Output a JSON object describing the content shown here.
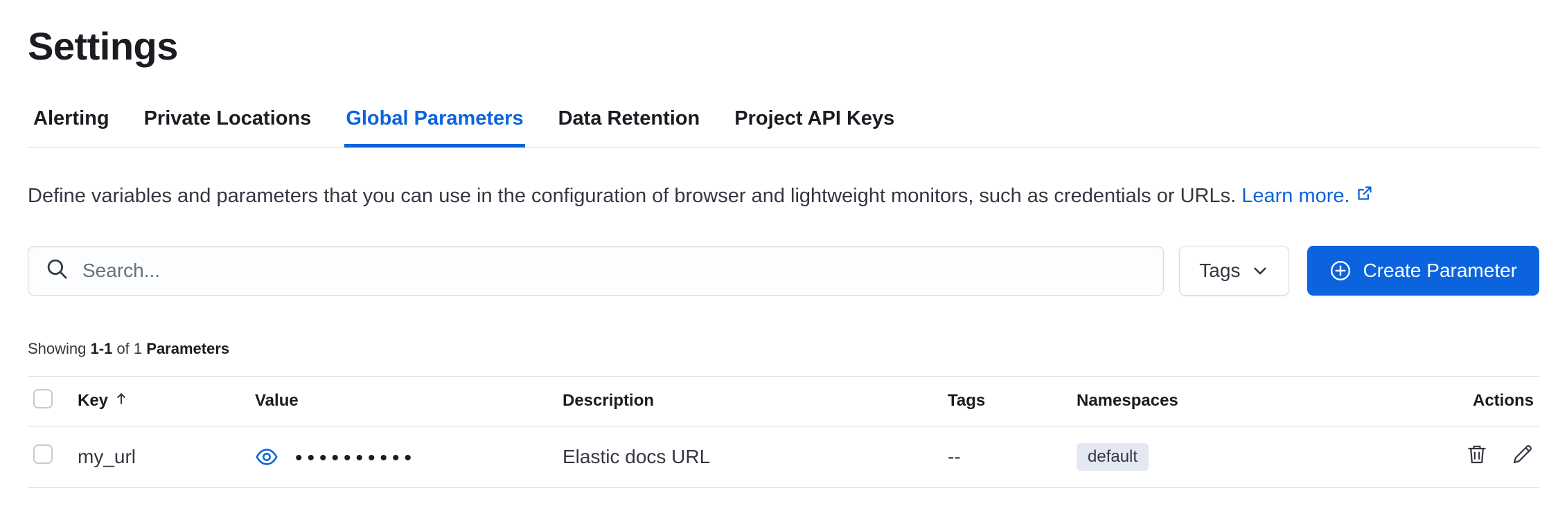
{
  "page": {
    "title": "Settings"
  },
  "tabs": [
    {
      "label": "Alerting"
    },
    {
      "label": "Private Locations"
    },
    {
      "label": "Global Parameters"
    },
    {
      "label": "Data Retention"
    },
    {
      "label": "Project API Keys"
    }
  ],
  "active_tab": "Global Parameters",
  "description": {
    "text": "Define variables and parameters that you can use in the configuration of browser and lightweight monitors, such as credentials or URLs.",
    "link_label": "Learn more."
  },
  "toolbar": {
    "search_placeholder": "Search...",
    "tags_label": "Tags",
    "create_label": "Create Parameter"
  },
  "summary": {
    "showing": "Showing",
    "range": "1-1",
    "of": "of 1",
    "entity": "Parameters"
  },
  "table": {
    "headers": {
      "key": "Key",
      "value": "Value",
      "description": "Description",
      "tags": "Tags",
      "namespaces": "Namespaces",
      "actions": "Actions"
    },
    "rows": [
      {
        "key": "my_url",
        "value_masked": "••••••••••",
        "description": "Elastic docs URL",
        "tags": "--",
        "namespace": "default"
      }
    ]
  },
  "icons": {
    "search": "search-icon",
    "chevron": "chevron-down-icon",
    "plus": "plus-circle-icon",
    "eye": "eye-icon",
    "trash": "trash-icon",
    "pencil": "pencil-icon",
    "external": "external-link-icon",
    "sort_up": "sort-up-icon"
  },
  "colors": {
    "primary": "#0b64dd",
    "text": "#343741",
    "heading": "#1a1c21",
    "border": "#d3dae6",
    "badge_bg": "#e3e8f2"
  }
}
